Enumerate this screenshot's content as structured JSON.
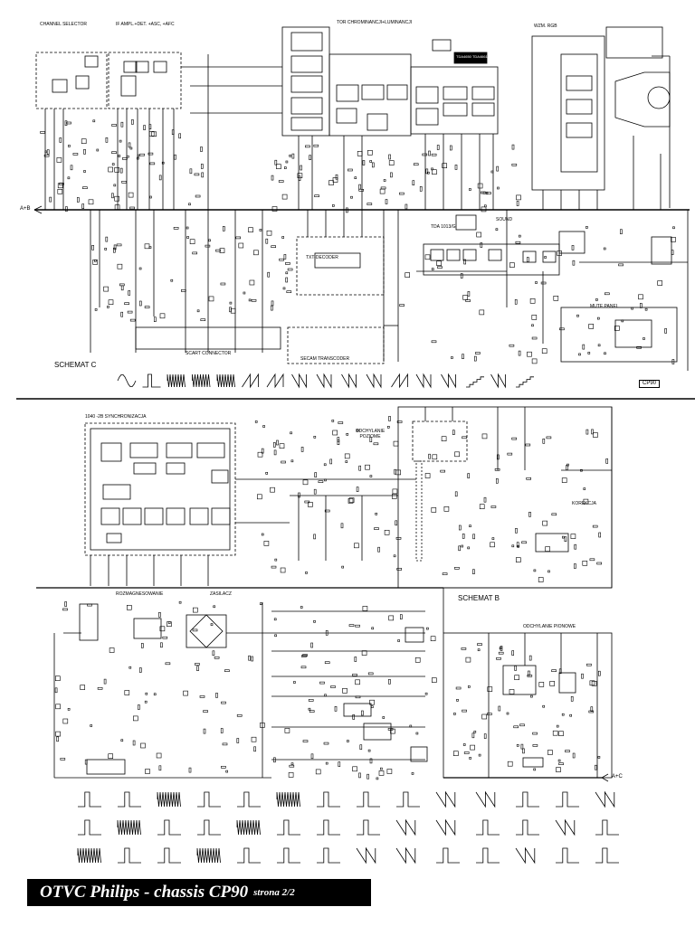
{
  "title": {
    "main": "OTVC Philips - chassis CP90",
    "page": "strona 2/2"
  },
  "rails": {
    "a_plus_b": "A+B",
    "a_plus_c": "A+C"
  },
  "sections": {
    "schemat_c": "SCHEMAT C",
    "schemat_b": "SCHEMAT B",
    "cp90_tag": "CP90"
  },
  "blocks": {
    "channel_selector": "CHANNEL SELECTOR",
    "if_ampl": "IF AMPL.+DET. +ASC, +AFC",
    "tor_chrominancji": "TOR CHROMINANCJI+LUMINANCJI",
    "wzm_rgb": "WZM. RGB",
    "sound": "SOUND",
    "txt_decoder": "TXT-DECODER",
    "secam_transcoder": "SECAM TRANSCODER",
    "scart_connector": "SCART CONNECTOR",
    "mute_panel": "MUTE PANEL",
    "synchronizacja": "1040 -2B SYNCHRONIZACJA",
    "odchylanie_poziome": "ODCHYLANIE POZIOME",
    "korekcja": "KOREKCJA",
    "rozmagnesowanie": "ROZMAGNESOWANIE",
    "zasilacz": "ZASILACZ",
    "odchylanie_pionowe": "ODCHYLANIE PIONOWE",
    "tda_chip": "TDA4650 TDA4661",
    "tda_sound": "TDA 1013/G"
  },
  "waveforms": {
    "schemat_c_count": 17,
    "schemat_b_rows": 3,
    "schemat_b_per_row": 14
  }
}
